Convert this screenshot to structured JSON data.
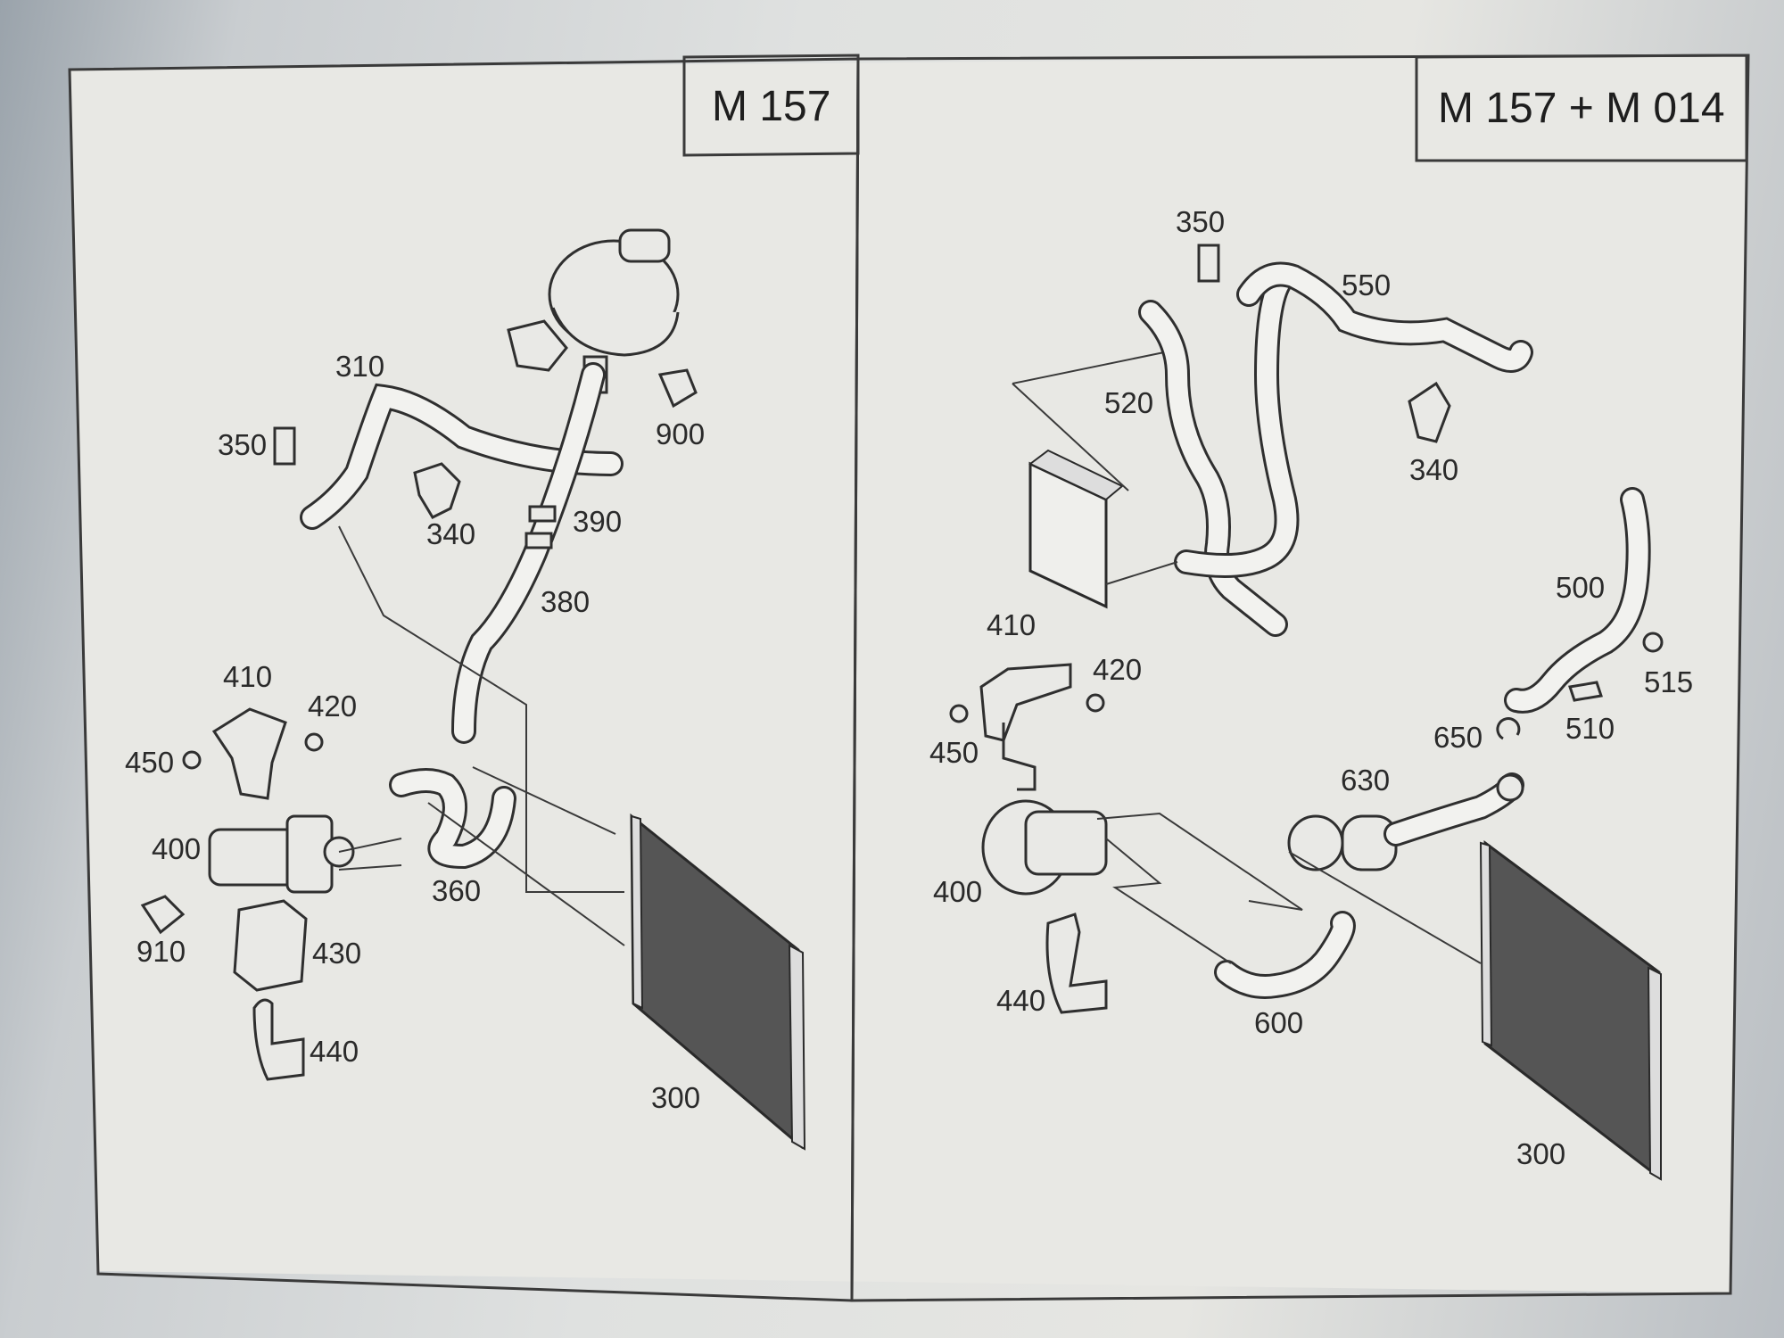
{
  "panels": [
    {
      "title": "M 157",
      "labels": [
        "310",
        "350",
        "340",
        "390",
        "380",
        "900",
        "410",
        "420",
        "450",
        "400",
        "360",
        "910",
        "430",
        "440",
        "300"
      ]
    },
    {
      "title": "M 157 + M 014",
      "labels": [
        "350",
        "550",
        "520",
        "340",
        "410",
        "420",
        "450",
        "500",
        "515",
        "510",
        "650",
        "630",
        "400",
        "440",
        "600",
        "300"
      ]
    }
  ]
}
